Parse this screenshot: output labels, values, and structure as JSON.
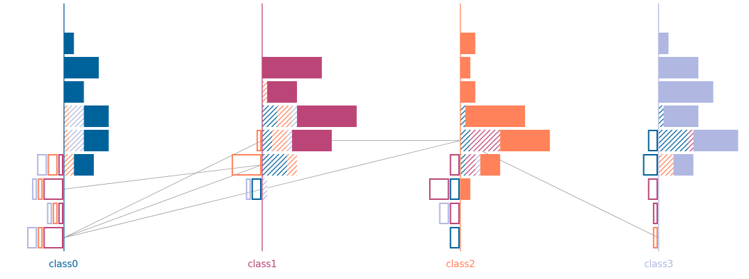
{
  "colors": {
    "class0": "#00629b",
    "class1": "#bc4577",
    "class2": "#ff825a",
    "class3": "#b0b7e1",
    "link": "#9a9a9a"
  },
  "chart_data": {
    "type": "bar",
    "title": "",
    "xlabel": "",
    "ylabel": "",
    "grid": false,
    "rows": 9,
    "classes": [
      {
        "name": "class0",
        "color_key": "class0",
        "correct": [
          1,
          3.5,
          2,
          2.5,
          2.5,
          2,
          0,
          0,
          0
        ],
        "misclassified": [
          [],
          [],
          [],
          [
            [
              "class2",
              0.5
            ],
            [
              "class3",
              1.5
            ]
          ],
          [
            [
              "class2",
              0.5
            ],
            [
              "class3",
              1.5
            ]
          ],
          [
            [
              "class2",
              1
            ]
          ],
          [],
          [],
          []
        ],
        "incoming": [
          [],
          [],
          [],
          [],
          [],
          [
            [
              "class1",
              0.5
            ],
            [
              "class2",
              1
            ],
            [
              "class3",
              1
            ]
          ],
          [
            [
              "class1",
              2
            ],
            [
              "class2",
              0.5
            ],
            [
              "class3",
              0.5
            ]
          ],
          [
            [
              "class1",
              0.5
            ],
            [
              "class2",
              0.5
            ],
            [
              "class3",
              0.5
            ]
          ],
          [
            [
              "class1",
              2
            ],
            [
              "class2",
              0.5
            ],
            [
              "class3",
              1
            ]
          ]
        ]
      },
      {
        "name": "class1",
        "color_key": "class1",
        "correct": [
          0,
          6,
          3,
          6,
          4,
          0,
          0,
          0,
          0
        ],
        "misclassified": [
          [],
          [],
          [
            [
              "class2",
              0.5
            ]
          ],
          [
            [
              "class0",
              1.5
            ],
            [
              "class2",
              1.5
            ],
            [
              "class3",
              0.5
            ]
          ],
          [
            [
              "class0",
              1
            ],
            [
              "class2",
              1.5
            ],
            [
              "class3",
              0.5
            ]
          ],
          [
            [
              "class0",
              2.5
            ],
            [
              "class2",
              1
            ]
          ],
          [
            [
              "class3",
              0.5
            ]
          ],
          [],
          []
        ],
        "incoming": [
          [],
          [],
          [],
          [],
          [
            [
              "class2",
              0.5
            ]
          ],
          [
            [
              "class2",
              3
            ]
          ],
          [
            [
              "class0",
              1
            ],
            [
              "class3",
              0.5
            ]
          ],
          [],
          []
        ]
      },
      {
        "name": "class2",
        "color_key": "class2",
        "correct": [
          1.5,
          1,
          1.5,
          6,
          5,
          2,
          1,
          0,
          0
        ],
        "misclassified": [
          [],
          [],
          [],
          [
            [
              "class0",
              0.5
            ]
          ],
          [
            [
              "class0",
              1
            ],
            [
              "class1",
              3
            ]
          ],
          [
            [
              "class0",
              0.5
            ],
            [
              "class1",
              1
            ],
            [
              "class3",
              0.5
            ]
          ],
          [],
          [],
          []
        ],
        "incoming": [
          [],
          [],
          [],
          [],
          [],
          [
            [
              "class1",
              1
            ]
          ],
          [
            [
              "class0",
              1
            ],
            [
              "class1",
              2
            ]
          ],
          [
            [
              "class1",
              1
            ],
            [
              "class3",
              1
            ]
          ],
          [
            [
              "class0",
              1
            ]
          ]
        ]
      },
      {
        "name": "class3",
        "color_key": "class3",
        "correct": [
          1,
          4,
          5.5,
          3.5,
          4.5,
          2,
          0,
          0,
          0
        ],
        "misclassified": [
          [],
          [],
          [],
          [
            [
              "class0",
              0.5
            ]
          ],
          [
            [
              "class0",
              3
            ],
            [
              "class1",
              0.5
            ]
          ],
          [
            [
              "class2",
              1.5
            ]
          ],
          [],
          [],
          []
        ],
        "incoming": [
          [],
          [],
          [],
          [],
          [
            [
              "class0",
              1
            ]
          ],
          [
            [
              "class0",
              1.5
            ]
          ],
          [
            [
              "class1",
              1
            ]
          ],
          [
            [
              "class1",
              0.5
            ]
          ],
          [
            [
              "class2",
              0.5
            ]
          ]
        ]
      }
    ],
    "links": [
      {
        "from": [
          "class0",
          6
        ],
        "to": [
          "class1",
          5
        ]
      },
      {
        "from": [
          "class0",
          8
        ],
        "to": [
          "class1",
          5
        ]
      },
      {
        "from": [
          "class0",
          8
        ],
        "to": [
          "class1",
          4
        ]
      },
      {
        "from": [
          "class0",
          8
        ],
        "to": [
          "class2",
          4
        ]
      },
      {
        "from": [
          "class1",
          4
        ],
        "to": [
          "class2",
          4
        ]
      },
      {
        "from": [
          "class2",
          4
        ],
        "to": [
          "class3",
          8
        ]
      }
    ]
  }
}
